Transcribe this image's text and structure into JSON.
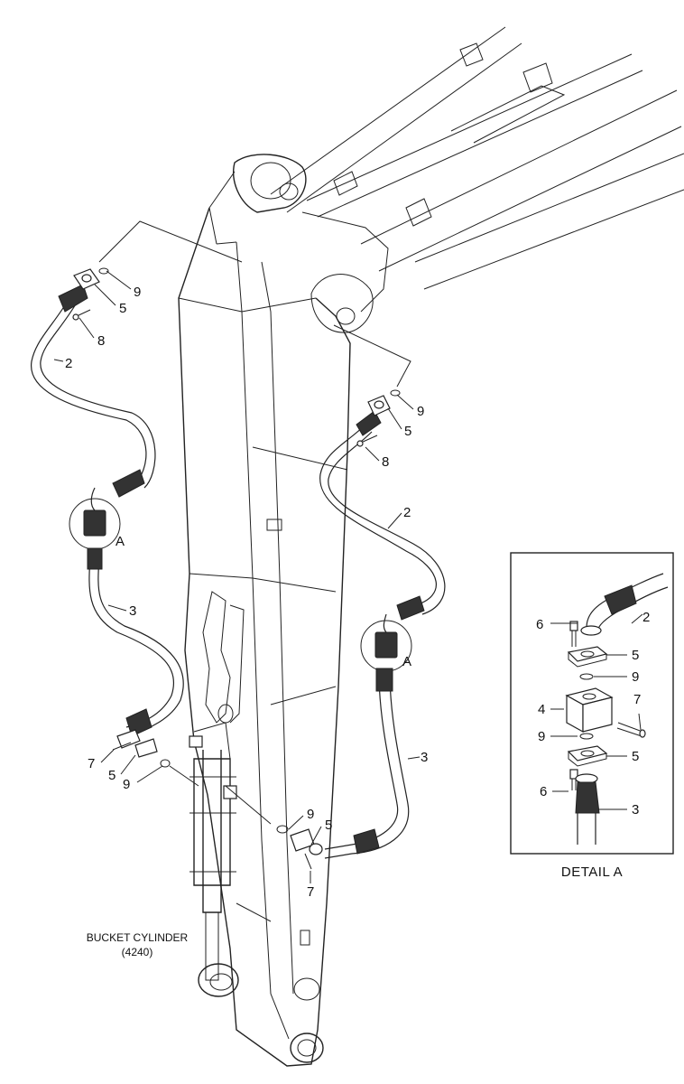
{
  "callouts": {
    "c9_top": "9",
    "c5_top": "5",
    "c8_top": "8",
    "c2_left": "2",
    "cA_left": "A",
    "c3_left": "3",
    "c7_left": "7",
    "c5_left": "5",
    "c9_left": "9",
    "c9_right_top": "9",
    "c5_right_top": "5",
    "c8_right": "8",
    "c2_right": "2",
    "cA_right": "A",
    "c3_right": "3",
    "c9_cyl": "9",
    "c5_cyl": "5",
    "c7_cyl": "7"
  },
  "cylinder": {
    "name": "BUCKET CYLINDER",
    "code": "(4240)"
  },
  "detail": {
    "caption": "DETAIL  A",
    "c2": "2",
    "c6_top": "6",
    "c5_top": "5",
    "c9_top": "9",
    "c4": "4",
    "c7": "7",
    "c9_bot": "9",
    "c5_bot": "5",
    "c6_bot": "6",
    "c3": "3"
  }
}
